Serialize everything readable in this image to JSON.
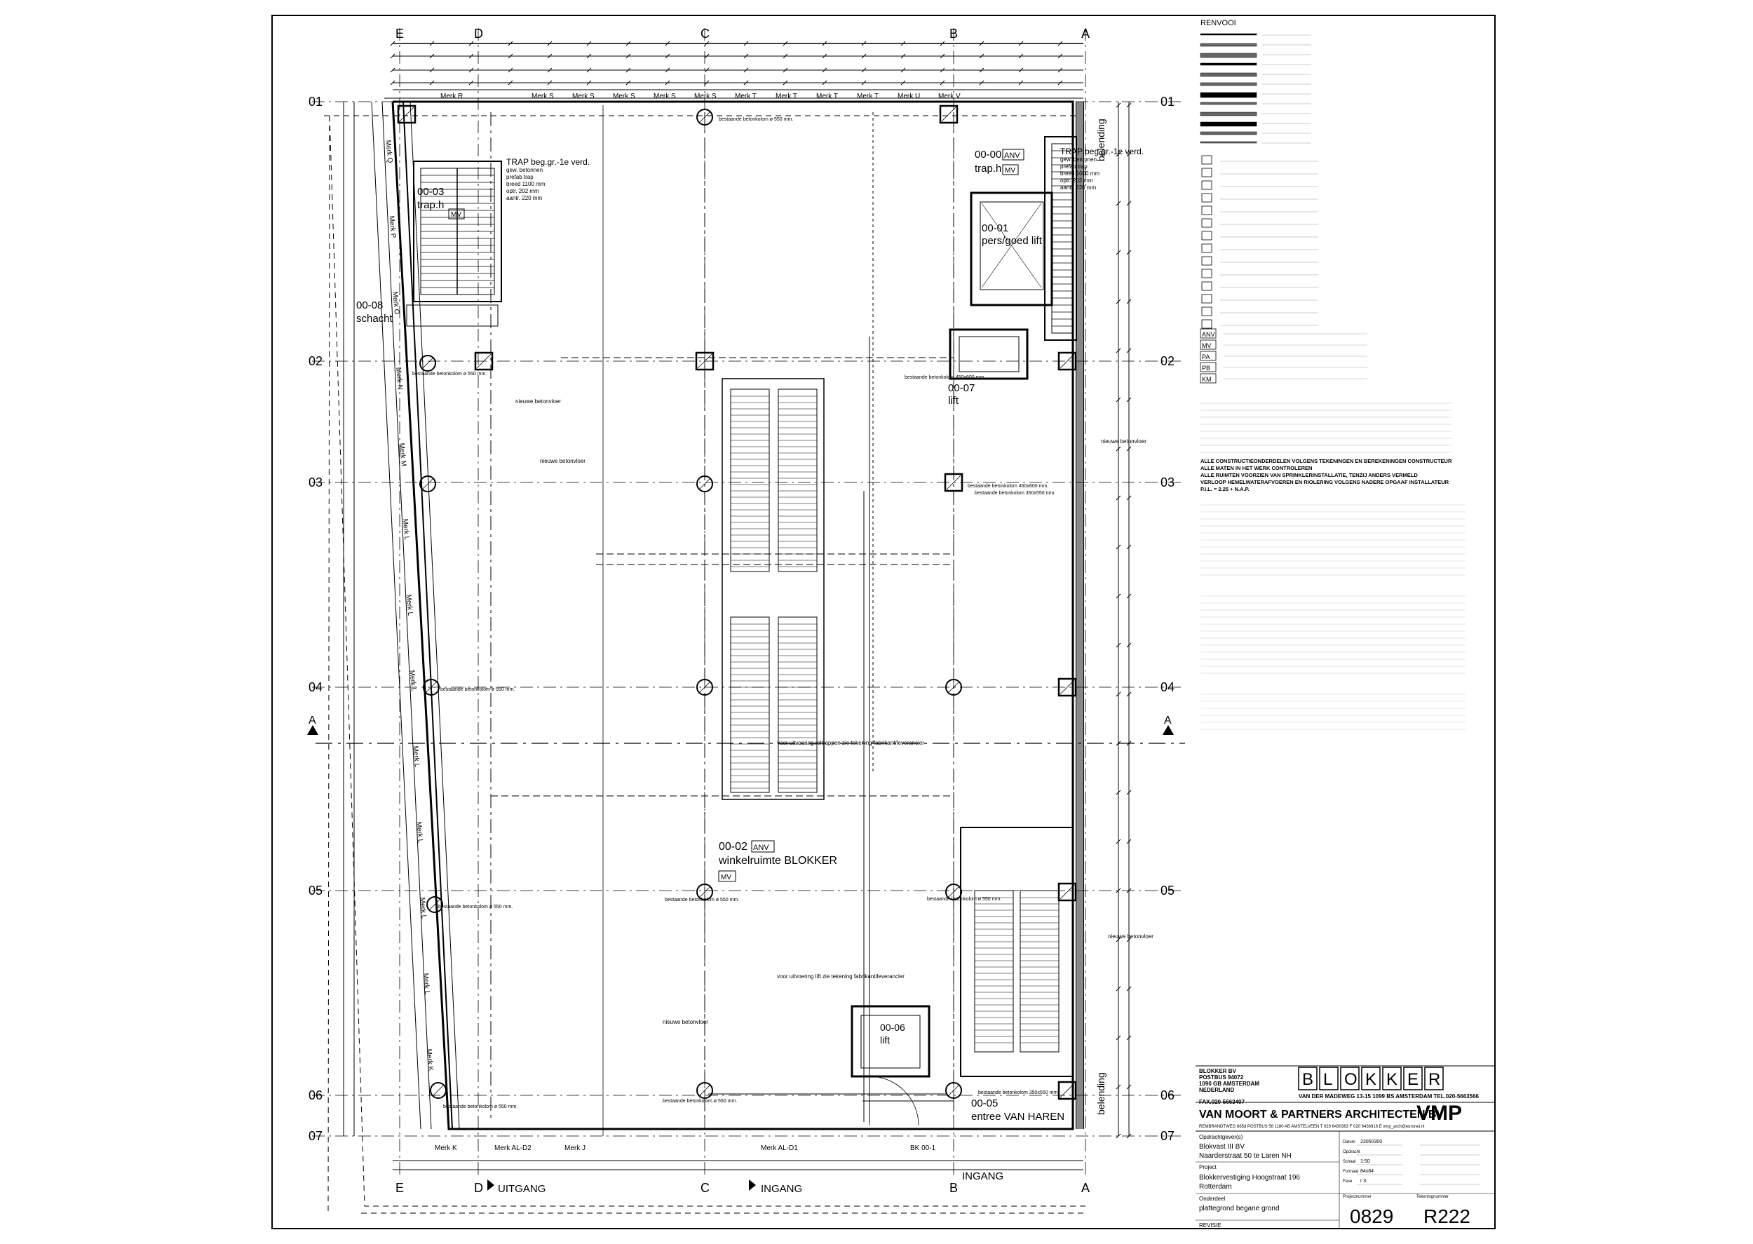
{
  "grid": {
    "columns": [
      "E",
      "D",
      "C",
      "B",
      "A"
    ],
    "rows": [
      "01",
      "02",
      "03",
      "04",
      "05",
      "06",
      "07"
    ]
  },
  "section": {
    "marker": "A"
  },
  "rooms": [
    {
      "code": "00-00",
      "name": "trap.h",
      "badges": [
        "ANV",
        "MV"
      ]
    },
    {
      "code": "00-01",
      "name": "pers/goed lift",
      "badges": []
    },
    {
      "code": "00-02",
      "name": "winkelruimte BLOKKER",
      "badges": [
        "ANV",
        "MV"
      ]
    },
    {
      "code": "00-03",
      "name": "trap.h",
      "badges": [
        "MV"
      ]
    },
    {
      "code": "00-05",
      "name": "entree VAN HAREN",
      "badges": []
    },
    {
      "code": "00-06",
      "name": "lift",
      "badges": []
    },
    {
      "code": "00-07",
      "name": "lift",
      "badges": []
    },
    {
      "code": "00-08",
      "name": "schacht",
      "badges": []
    }
  ],
  "stair_notes": {
    "left": [
      "TRAP beg.gr.-1e verd.",
      "gew. betonnen",
      "prefab trap",
      "breed 1100 mm",
      "optr. 202 mm",
      "aantr. 220 mm"
    ],
    "right": [
      "TRAP beg.gr.-1e verd.",
      "gew. betonnen",
      "prefab trap",
      "breed 1000 mm",
      "optr. 202 mm",
      "aantr. 220 mm"
    ]
  },
  "top_labels": [
    "Merk R",
    "Merk S",
    "Merk S",
    "Merk S",
    "Merk S",
    "Merk S",
    "Merk T",
    "Merk T",
    "Merk T",
    "Merk T",
    "Merk U",
    "Merk V"
  ],
  "bottom_labels": [
    "Merk K",
    "Merk AL-D2",
    "Merk J",
    "Merk AL-D1",
    "BK 00-1"
  ],
  "left_labels": [
    "Merk Q",
    "Merk P",
    "Merk O",
    "Merk N",
    "Merk M",
    "Merk L",
    "Merk L",
    "Merk L",
    "Merk L",
    "Merk L",
    "Merk L",
    "Merk L",
    "Merk K"
  ],
  "entrances": [
    "UITGANG",
    "INGANG",
    "INGANG"
  ],
  "column_notes": {
    "c550": "bestaande betonkolom ø 550 mm.",
    "c450": "bestaande betonkolom 450x600 mm.",
    "c350": "bestaande betonkolom 350x550 mm."
  },
  "floor_notes": [
    "nieuwe betonvloer",
    "nieuwe betonvloer",
    "nieuwe betonvloer",
    "nieuwe betonvloer",
    "nieuwe betonvloer"
  ],
  "escalator_note": "voor uitvoering roltrappen zie tekening fabrikant/leverancier",
  "lift_note": "voor uitvoering lift zie tekening fabrikant/leverancier",
  "side_label": "belending",
  "legend": {
    "title": "RENVOOI",
    "notes": [
      "ALLE CONSTRUCTIEONDERDELEN VOLGENS TEKENINGEN EN BEREKENINGEN CONSTRUCTEUR",
      "ALLE MATEN IN HET WERK CONTROLEREN",
      "ALLE RUIMTEN VOORZIEN VAN SPRINKLERINSTALLATIE, TENZIJ ANDERS VERMELD",
      "VERLOOP HEMELWATERAFVOEREN EN RIOLERING VOLGENS NADERE OPGAAF INSTALLATEUR",
      "P.I.L. = 2.25 + N.A.P."
    ],
    "badges": [
      "ANV",
      "MV",
      "PA",
      "PB",
      "KM"
    ]
  },
  "title_block": {
    "client_lines": [
      "BLOKKER BV",
      "POSTBUS 94072",
      "1090 GB AMSTERDAM",
      "NEDERLAND",
      "FAX.020-5663407"
    ],
    "brand": "BLOKKER",
    "client_address": "VAN DER MADEWEG 13-15  1099 BS  AMSTERDAM  TEL.020-5663566",
    "architect": "VAN MOORT & PARTNERS ARCHITECTEN BV",
    "architect_logo": "VMP",
    "architect_address": "REMBRANDTWEG 665d  POSTBUS 56  1180 AB  AMSTELVEEN  T 020 6430363  F 020 6436916  E vmp_arch@euronet.nl",
    "opdrachtgever_label": "Opdrachtgever(s)",
    "opdrachtgever": [
      "Blokvast III BV",
      "Naarderstraat 50 te Laren NH"
    ],
    "project_label": "Project",
    "project": [
      "Blokkervestiging Hoogstraat 196",
      "Rotterdam"
    ],
    "onderdeel_label": "Onderdeel",
    "onderdeel": "plattegrond begane grond",
    "revisie_label": "REVISIE",
    "fields": [
      {
        "label": "Datum",
        "value": "23050300"
      },
      {
        "label": "Opdracht",
        "value": ""
      },
      {
        "label": "Schaal",
        "value": "1:50"
      },
      {
        "label": "Formaat",
        "value": "84x84"
      },
      {
        "label": "Fase",
        "value": "r 3."
      }
    ],
    "projectnummer_label": "Projectnummer",
    "tekeningnummer_label": "Tekeningnummer",
    "project_number": "0829",
    "drawing_number": "R222"
  }
}
